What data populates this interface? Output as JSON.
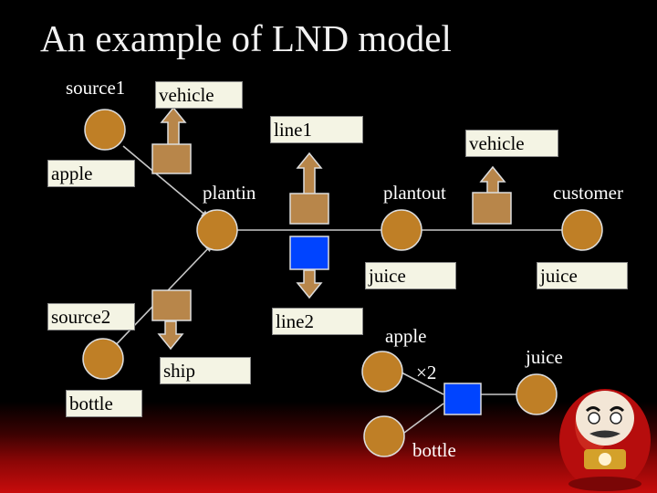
{
  "title": "An example of LND model",
  "labels": {
    "source1": "source1",
    "vehicle_top": "vehicle",
    "line1": "line1",
    "vehicle_right": "vehicle",
    "apple_left": "apple",
    "plantin": "plantin",
    "plantout": "plantout",
    "customer": "customer",
    "juice_mid": "juice",
    "juice_right": "juice",
    "source2": "source2",
    "line2": "line2",
    "ship": "ship",
    "bottle_left": "bottle",
    "apple_bottom": "apple",
    "times2": "×2",
    "juice_bottom": "juice",
    "bottle_bottom": "bottle"
  },
  "colors": {
    "node_fill": "#bf7f26",
    "arc_box_fill": "#b8864a",
    "process_box_fill": "#0044ff",
    "label_box_fill": "#f4f4e4",
    "arrow": "#c8c8c8"
  },
  "decoration": "daruma-doll-icon"
}
